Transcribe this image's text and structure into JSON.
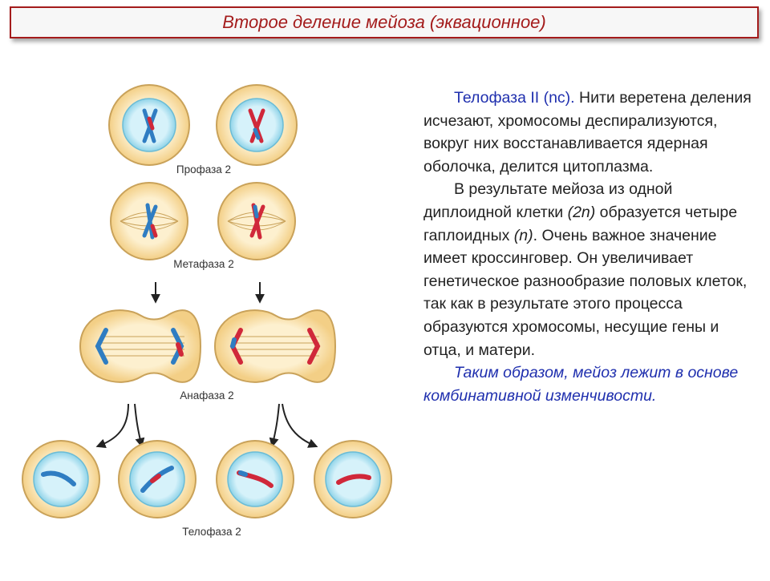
{
  "title": "Второе деление мейоза (эквационное)",
  "stages": {
    "prophase": "Профаза 2",
    "metaphase": "Метафаза 2",
    "anaphase": "Анафаза 2",
    "telophase": "Телофаза 2"
  },
  "text": {
    "p1_lead": "Телофаза II (nc).",
    "p1_body": " Нити веретена деления исчезают, хромосомы деспирализуются, вокруг них восстанавливается ядерная оболочка, делится цитоплазма.",
    "p2_a": "В результате мейоза из одной диплоидной клетки ",
    "p2_2n": "(2n)",
    "p2_b": " образуется четыре гаплоидных ",
    "p2_n": "(n)",
    "p2_c": ". Очень важное значение имеет кроссинговер. Он увеличивает генетическое разнообразие половых клеток, так как в результате этого процесса образуются хромосомы, несущие гены и отца, и матери.",
    "p3": "Таким образом, мейоз лежит в основе комбинативной изменчивости."
  },
  "colors": {
    "title": "#a41c1c",
    "emphasis": "#1f2fae",
    "cell_fill": "#fbe5b0",
    "cell_border": "#c9a25a",
    "nucleus": "#c8ecf6",
    "chromosome_blue": "#2f7dc2",
    "chromosome_red": "#d0283a"
  }
}
